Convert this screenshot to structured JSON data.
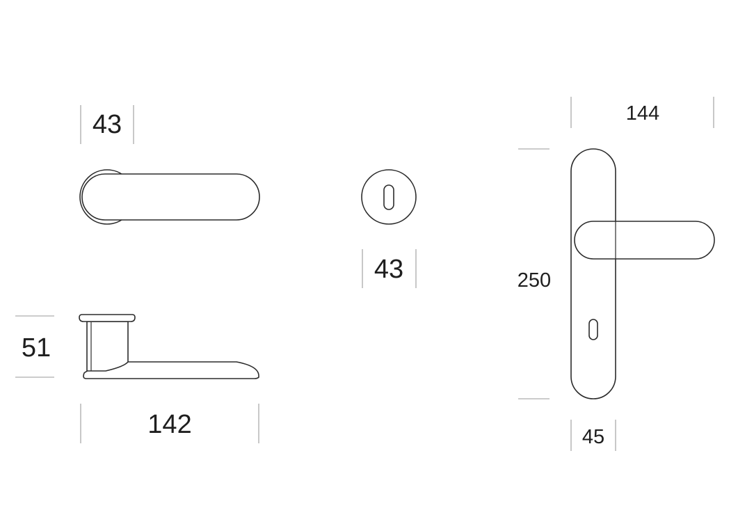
{
  "dimensions": {
    "lever_rose_diameter": "43",
    "lever_height": "51",
    "lever_length": "142",
    "escutcheon_diameter": "43",
    "plate_projection": "144",
    "plate_height": "250",
    "plate_width": "45"
  },
  "colors": {
    "line": "#2b2b2b",
    "extension_line": "#9a9a9a",
    "text": "#1e1e1e",
    "background": "#ffffff"
  }
}
